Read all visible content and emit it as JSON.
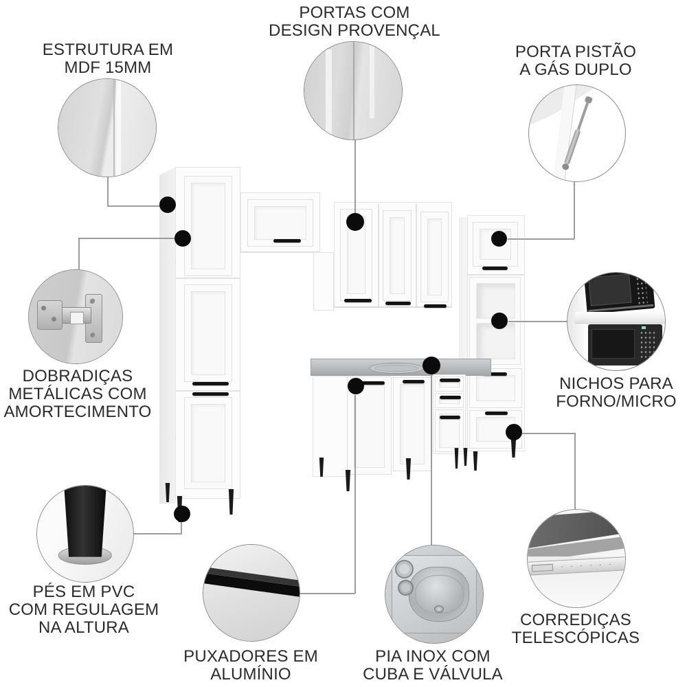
{
  "image_type": "product-feature-infographic",
  "product": "modular kitchen cabinet set",
  "colors": {
    "background": "#ffffff",
    "cabinet_white": "#fcfcfc",
    "cabinet_edge": "#e3e3e3",
    "handle_black": "#131313",
    "countertop_gray": "#b7bbbe",
    "connector_line": "#9c9c9c",
    "callout_dot": "#0b0b0b",
    "label_text": "#2b2b2b"
  },
  "callouts": [
    {
      "id": "estrutura",
      "icon": "mdf-panel-icon",
      "lines": [
        "ESTRUTURA EM",
        "MDF 15MM"
      ]
    },
    {
      "id": "portas",
      "icon": "door-closeup-icon",
      "lines": [
        "PORTAS COM",
        "DESIGN PROVENÇAL"
      ]
    },
    {
      "id": "pistao",
      "icon": "gas-piston-icon",
      "lines": [
        "PORTA PISTÃO",
        "A GÁS DUPLO"
      ]
    },
    {
      "id": "dobradicas",
      "icon": "metal-hinge-icon",
      "lines": [
        "DOBRADIÇAS",
        "METÁLICAS COM",
        "AMORTECIMENTO"
      ]
    },
    {
      "id": "nichos",
      "icon": "microwave-niche-icon",
      "lines": [
        "NICHOS PARA",
        "FORNO/MICRO"
      ]
    },
    {
      "id": "pes",
      "icon": "pvc-foot-icon",
      "lines": [
        "PÉS EM PVC",
        "COM REGULAGEM",
        "NA ALTURA"
      ]
    },
    {
      "id": "puxadores",
      "icon": "aluminum-handle-icon",
      "lines": [
        "PUXADORES EM",
        "ALUMÍNIO"
      ]
    },
    {
      "id": "pia",
      "icon": "inox-sink-icon",
      "lines": [
        "PIA INOX COM",
        "CUBA E VÁLVULA"
      ]
    },
    {
      "id": "corredicas",
      "icon": "telescopic-slide-icon",
      "lines": [
        "CORREDIÇAS",
        "TELESCÓPICAS"
      ]
    }
  ]
}
